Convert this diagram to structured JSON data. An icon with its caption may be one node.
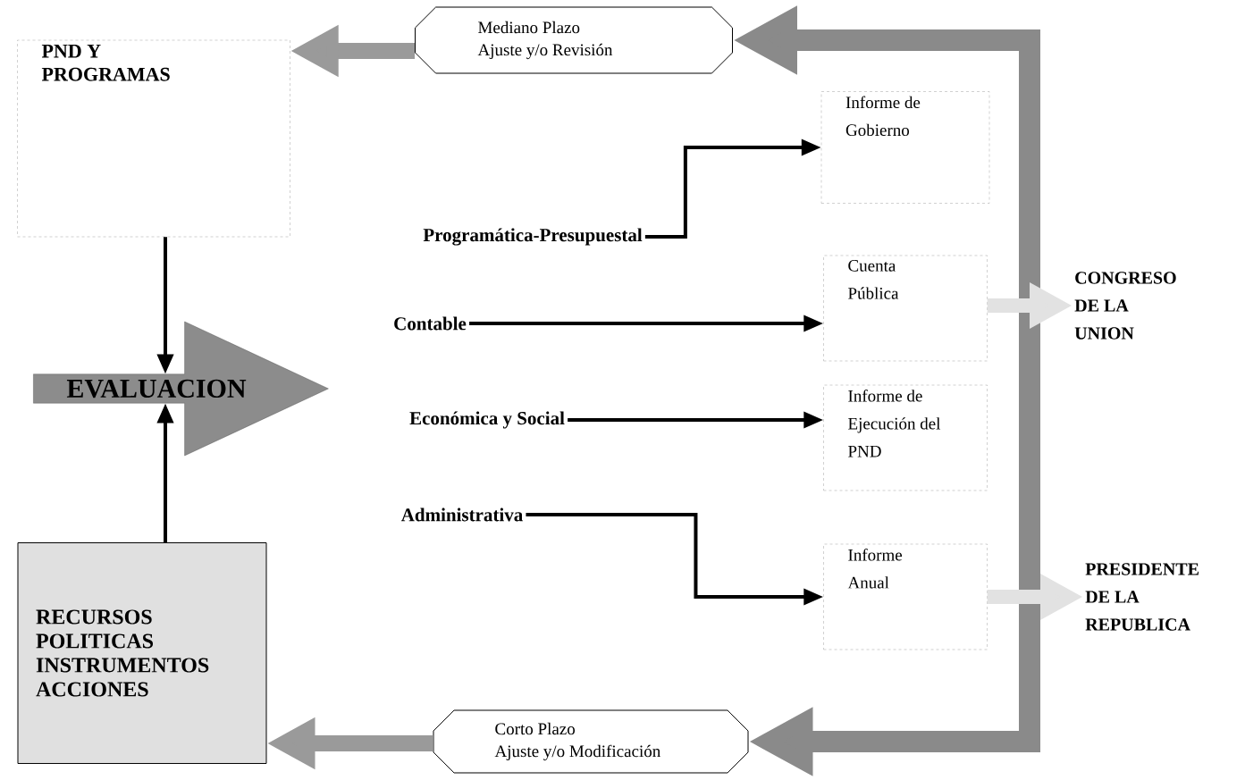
{
  "diagram": {
    "nodes": [
      {
        "text": [
          "PND Y PROGRAMAS"
        ]
      },
      {
        "text": [
          "EVALUACION"
        ]
      },
      {
        "text": [
          "RECURSOS POLITICAS INSTRUMENTOS ACCIONES"
        ]
      },
      {
        "text": [
          "Mediano Plazo",
          "Ajuste y/o Revisión"
        ]
      },
      {
        "text": [
          "Corto Plazo",
          "Ajuste y/o Modificación"
        ]
      },
      {
        "text": [
          "Programática-Presupuestal"
        ]
      },
      {
        "text": [
          "Contable"
        ]
      },
      {
        "text": [
          "Económica y Social"
        ]
      },
      {
        "text": [
          "Administrativa"
        ]
      },
      {
        "text": [
          "Informe de Gobierno"
        ]
      },
      {
        "text": [
          "Cuenta Pública"
        ]
      },
      {
        "text": [
          "Informe de Ejecución del PND"
        ]
      },
      {
        "text": [
          "Informe Anual"
        ]
      },
      {
        "text": [
          "CONGRESO DE LA UNION"
        ]
      },
      {
        "text": [
          "PRESIDENTE DE LA REPUBLICA"
        ]
      }
    ],
    "edges": [
      {
        "from": 0,
        "to": 1,
        "arrow": "to"
      },
      {
        "from": 2,
        "to": 1,
        "arrow": "to"
      },
      {
        "from": 5,
        "to": 9,
        "arrow": "to"
      },
      {
        "from": 6,
        "to": 10,
        "arrow": "to"
      },
      {
        "from": 7,
        "to": 11,
        "arrow": "to"
      },
      {
        "from": 8,
        "to": 12,
        "arrow": "to"
      },
      {
        "from": 3,
        "to": 0,
        "arrow": "to",
        "style": "thick",
        "color": "#9a9a9a"
      },
      {
        "from": 4,
        "to": 2,
        "arrow": "to",
        "style": "thick",
        "color": "#9a9a9a"
      },
      {
        "from": null,
        "to": 3,
        "arrow": "to",
        "style": "thick",
        "color": "#8a8a8a"
      },
      {
        "from": null,
        "to": 4,
        "arrow": "to",
        "style": "thick",
        "color": "#8a8a8a"
      },
      {
        "from": 10,
        "to": 13,
        "arrow": "to",
        "style": "thick",
        "color": "#e2e2e2"
      },
      {
        "from": 12,
        "to": 14,
        "arrow": "to",
        "style": "thick",
        "color": "#e2e2e2"
      }
    ]
  }
}
